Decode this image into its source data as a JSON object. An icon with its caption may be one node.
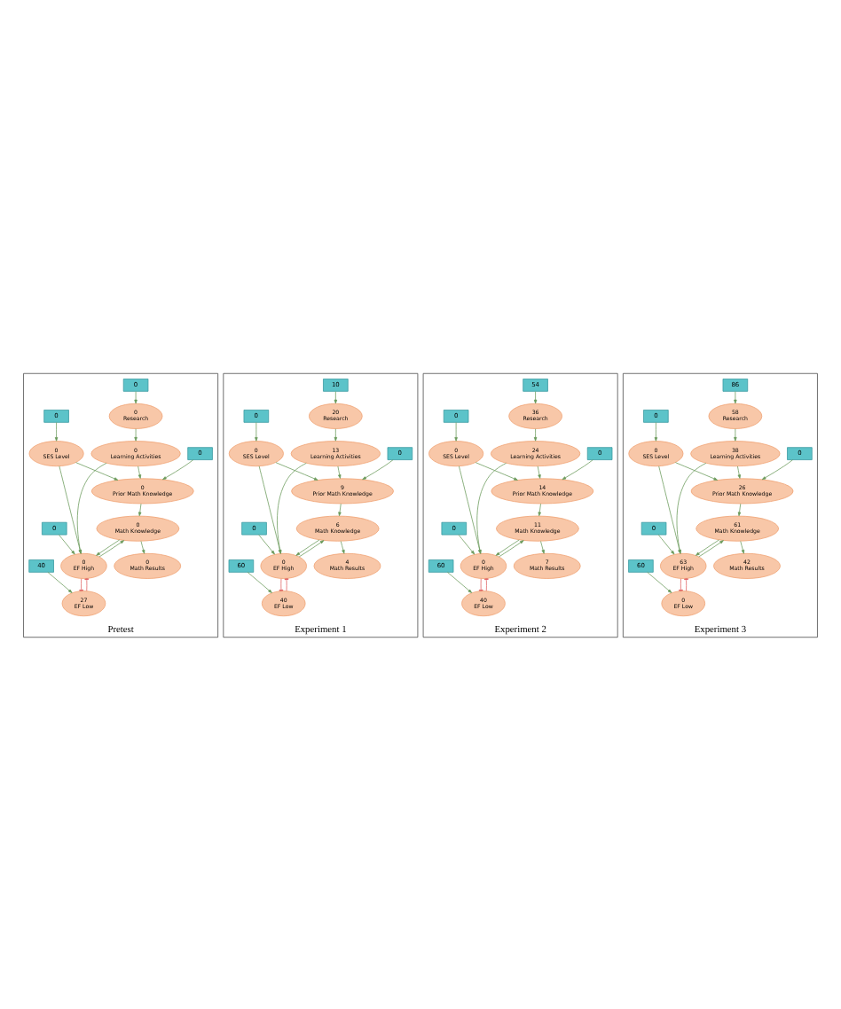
{
  "diagram": {
    "nodes": [
      {
        "text": [
          "Pretest"
        ]
      },
      {
        "text": [
          "0"
        ],
        "in": 0
      },
      {
        "text": [
          "0",
          "Research"
        ],
        "in": 0
      },
      {
        "text": [
          "0",
          "Learning Activities"
        ],
        "in": 0
      },
      {
        "text": [
          "0",
          "Math Knowledge"
        ],
        "in": 0
      },
      {
        "text": [
          "0",
          "Math Results"
        ],
        "in": 0
      },
      {
        "text": [
          "0",
          "Prior Math Knowledge"
        ],
        "in": 0
      },
      {
        "text": [
          "27",
          "EF Low"
        ],
        "in": 0
      },
      {
        "text": [
          "0",
          "EF High"
        ],
        "in": 0
      },
      {
        "text": [
          "0"
        ],
        "in": 0
      },
      {
        "text": [
          "40"
        ],
        "in": 0
      },
      {
        "text": [
          "0"
        ],
        "in": 0
      },
      {
        "text": [
          "0",
          "SES Level"
        ],
        "in": 0
      },
      {
        "text": [
          "0"
        ],
        "in": 0
      },
      {
        "text": [
          "Experiment 1"
        ]
      },
      {
        "text": [
          "10"
        ],
        "in": 14
      },
      {
        "text": [
          "20",
          "Research"
        ],
        "in": 14
      },
      {
        "text": [
          "13",
          "Learning Activities"
        ],
        "in": 14
      },
      {
        "text": [
          "6",
          "Math Knowledge"
        ],
        "in": 14
      },
      {
        "text": [
          "4",
          "Math Results"
        ],
        "in": 14
      },
      {
        "text": [
          "9",
          "Prior Math Knowledge"
        ],
        "in": 14
      },
      {
        "text": [
          "40",
          "EF Low"
        ],
        "in": 14
      },
      {
        "text": [
          "0",
          "EF High"
        ],
        "in": 14
      },
      {
        "text": [
          "0"
        ],
        "in": 14
      },
      {
        "text": [
          "60"
        ],
        "in": 14
      },
      {
        "text": [
          "0"
        ],
        "in": 14
      },
      {
        "text": [
          "0",
          "SES Level"
        ],
        "in": 14
      },
      {
        "text": [
          "0"
        ],
        "in": 14
      },
      {
        "text": [
          "Experiment 2"
        ]
      },
      {
        "text": [
          "54"
        ],
        "in": 28
      },
      {
        "text": [
          "36",
          "Research"
        ],
        "in": 28
      },
      {
        "text": [
          "24",
          "Learning Activities"
        ],
        "in": 28
      },
      {
        "text": [
          "11",
          "Math Knowledge"
        ],
        "in": 28
      },
      {
        "text": [
          "7",
          "Math Results"
        ],
        "in": 28
      },
      {
        "text": [
          "14",
          "Prior Math Knowledge"
        ],
        "in": 28
      },
      {
        "text": [
          "40",
          "EF Low"
        ],
        "in": 28
      },
      {
        "text": [
          "0",
          "EF High"
        ],
        "in": 28
      },
      {
        "text": [
          "0"
        ],
        "in": 28
      },
      {
        "text": [
          "60"
        ],
        "in": 28
      },
      {
        "text": [
          "0"
        ],
        "in": 28
      },
      {
        "text": [
          "0",
          "SES Level"
        ],
        "in": 28
      },
      {
        "text": [
          "0"
        ],
        "in": 28
      },
      {
        "text": [
          "Experiment 3"
        ]
      },
      {
        "text": [
          "86"
        ],
        "in": 42
      },
      {
        "text": [
          "58",
          "Research"
        ],
        "in": 42
      },
      {
        "text": [
          "38",
          "Learning Activities"
        ],
        "in": 42
      },
      {
        "text": [
          "61",
          "Math Knowledge"
        ],
        "in": 42
      },
      {
        "text": [
          "42",
          "Math Results"
        ],
        "in": 42
      },
      {
        "text": [
          "26",
          "Prior Math Knowledge"
        ],
        "in": 42
      },
      {
        "text": [
          "0",
          "EF Low"
        ],
        "in": 42
      },
      {
        "text": [
          "63",
          "EF High"
        ],
        "in": 42
      },
      {
        "text": [
          "0"
        ],
        "in": 42
      },
      {
        "text": [
          "60"
        ],
        "in": 42
      },
      {
        "text": [
          "0"
        ],
        "in": 42
      },
      {
        "text": [
          "0",
          "SES Level"
        ],
        "in": 42
      },
      {
        "text": [
          "0"
        ],
        "in": 42
      }
    ],
    "edges": [
      {
        "from": 1,
        "to": 2,
        "arrow": "to"
      },
      {
        "from": 2,
        "to": 3,
        "arrow": "to"
      },
      {
        "from": 3,
        "to": 6,
        "arrow": "to"
      },
      {
        "from": 3,
        "to": 8,
        "arrow": "to"
      },
      {
        "from": 6,
        "to": 4,
        "arrow": "to"
      },
      {
        "from": 4,
        "to": 5,
        "arrow": "to"
      },
      {
        "from": 4,
        "to": 8,
        "arrow": "to"
      },
      {
        "from": 8,
        "to": 4,
        "arrow": "to"
      },
      {
        "from": 7,
        "to": 8,
        "arrow": "other",
        "color": "#e06060"
      },
      {
        "from": 8,
        "to": 7,
        "arrow": "other",
        "color": "#e06060"
      },
      {
        "from": 9,
        "to": 6,
        "arrow": "to"
      },
      {
        "from": 10,
        "to": 7,
        "arrow": "to"
      },
      {
        "from": 11,
        "to": 8,
        "arrow": "to"
      },
      {
        "from": 13,
        "to": 12,
        "arrow": "to"
      },
      {
        "from": 12,
        "to": 6,
        "arrow": "to"
      },
      {
        "from": 12,
        "to": 8,
        "arrow": "to"
      },
      {
        "from": 15,
        "to": 16,
        "arrow": "to"
      },
      {
        "from": 16,
        "to": 17,
        "arrow": "to"
      },
      {
        "from": 17,
        "to": 20,
        "arrow": "to"
      },
      {
        "from": 17,
        "to": 22,
        "arrow": "to"
      },
      {
        "from": 20,
        "to": 18,
        "arrow": "to"
      },
      {
        "from": 18,
        "to": 19,
        "arrow": "to"
      },
      {
        "from": 18,
        "to": 22,
        "arrow": "to"
      },
      {
        "from": 22,
        "to": 18,
        "arrow": "to"
      },
      {
        "from": 21,
        "to": 22,
        "arrow": "other",
        "color": "#e06060"
      },
      {
        "from": 22,
        "to": 21,
        "arrow": "other",
        "color": "#e06060"
      },
      {
        "from": 23,
        "to": 20,
        "arrow": "to"
      },
      {
        "from": 24,
        "to": 21,
        "arrow": "to"
      },
      {
        "from": 25,
        "to": 22,
        "arrow": "to"
      },
      {
        "from": 27,
        "to": 26,
        "arrow": "to"
      },
      {
        "from": 26,
        "to": 20,
        "arrow": "to"
      },
      {
        "from": 26,
        "to": 22,
        "arrow": "to"
      },
      {
        "from": 29,
        "to": 30,
        "arrow": "to"
      },
      {
        "from": 30,
        "to": 31,
        "arrow": "to"
      },
      {
        "from": 31,
        "to": 34,
        "arrow": "to"
      },
      {
        "from": 31,
        "to": 36,
        "arrow": "to"
      },
      {
        "from": 34,
        "to": 32,
        "arrow": "to"
      },
      {
        "from": 32,
        "to": 33,
        "arrow": "to"
      },
      {
        "from": 32,
        "to": 36,
        "arrow": "to"
      },
      {
        "from": 36,
        "to": 32,
        "arrow": "to"
      },
      {
        "from": 35,
        "to": 36,
        "arrow": "other",
        "color": "#e06060"
      },
      {
        "from": 36,
        "to": 35,
        "arrow": "other",
        "color": "#e06060"
      },
      {
        "from": 37,
        "to": 34,
        "arrow": "to"
      },
      {
        "from": 38,
        "to": 35,
        "arrow": "to"
      },
      {
        "from": 39,
        "to": 36,
        "arrow": "to"
      },
      {
        "from": 41,
        "to": 40,
        "arrow": "to"
      },
      {
        "from": 40,
        "to": 34,
        "arrow": "to"
      },
      {
        "from": 40,
        "to": 36,
        "arrow": "to"
      },
      {
        "from": 43,
        "to": 44,
        "arrow": "to"
      },
      {
        "from": 44,
        "to": 45,
        "arrow": "to"
      },
      {
        "from": 45,
        "to": 48,
        "arrow": "to"
      },
      {
        "from": 45,
        "to": 50,
        "arrow": "to"
      },
      {
        "from": 48,
        "to": 46,
        "arrow": "to"
      },
      {
        "from": 46,
        "to": 47,
        "arrow": "to"
      },
      {
        "from": 46,
        "to": 50,
        "arrow": "to"
      },
      {
        "from": 50,
        "to": 46,
        "arrow": "to"
      },
      {
        "from": 49,
        "to": 50,
        "arrow": "other",
        "color": "#e06060"
      },
      {
        "from": 50,
        "to": 49,
        "arrow": "other",
        "color": "#e06060"
      },
      {
        "from": 51,
        "to": 48,
        "arrow": "to"
      },
      {
        "from": 52,
        "to": 49,
        "arrow": "to"
      },
      {
        "from": 53,
        "to": 50,
        "arrow": "to"
      },
      {
        "from": 55,
        "to": 54,
        "arrow": "to"
      },
      {
        "from": 54,
        "to": 48,
        "arrow": "to"
      },
      {
        "from": 54,
        "to": 50,
        "arrow": "to"
      }
    ]
  }
}
